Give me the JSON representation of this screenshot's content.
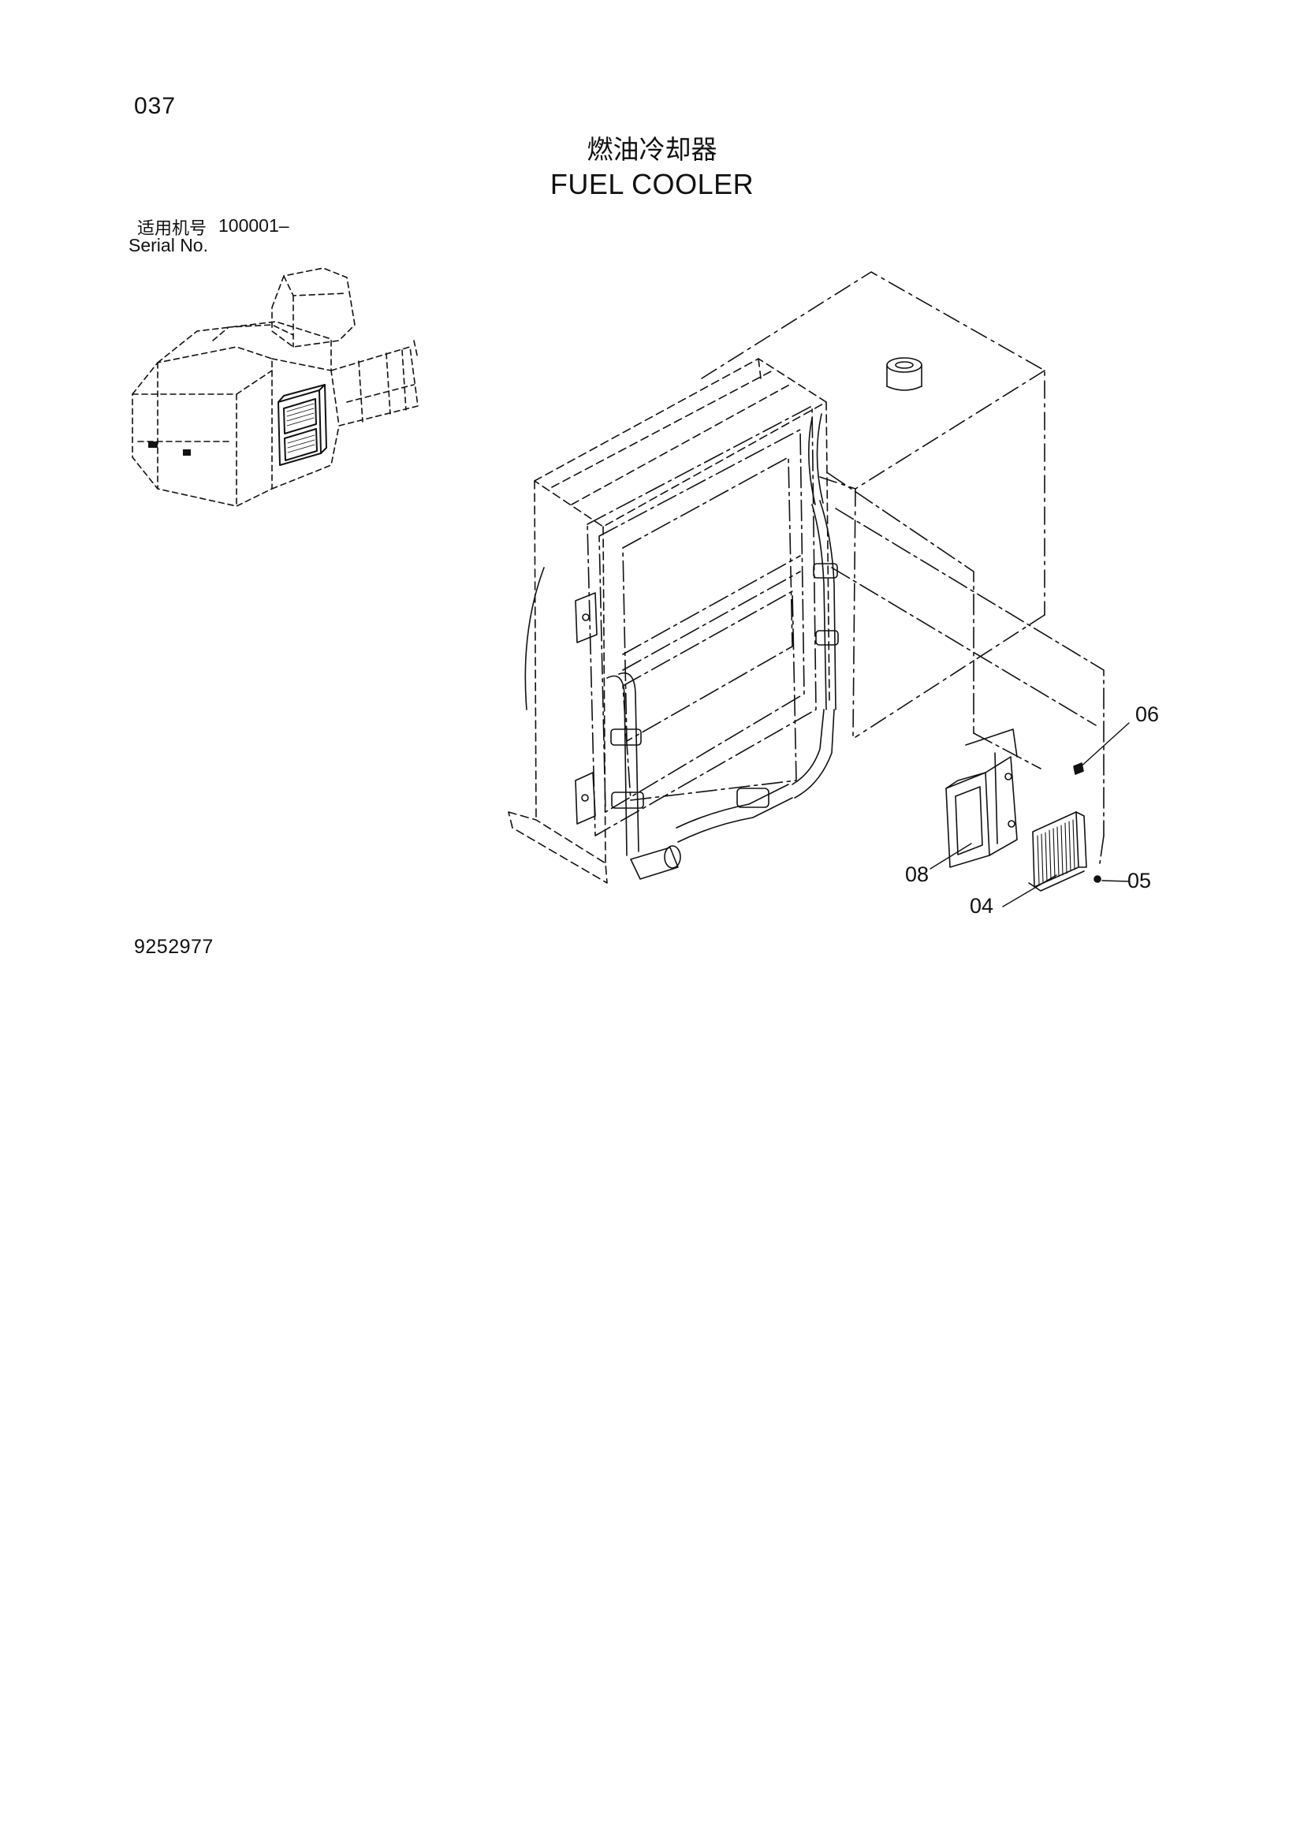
{
  "page": {
    "number": "037",
    "title_cn": "燃油冷却器",
    "title_en": "FUEL COOLER",
    "serial_label_cn": "适用机号",
    "serial_range": "100001–",
    "serial_label_en": "Serial No.",
    "drawing_number": "9252977"
  },
  "callouts": [
    {
      "id": "06",
      "label": "06"
    },
    {
      "id": "08",
      "label": "08"
    },
    {
      "id": "05",
      "label": "05"
    },
    {
      "id": "04",
      "label": "04"
    }
  ]
}
